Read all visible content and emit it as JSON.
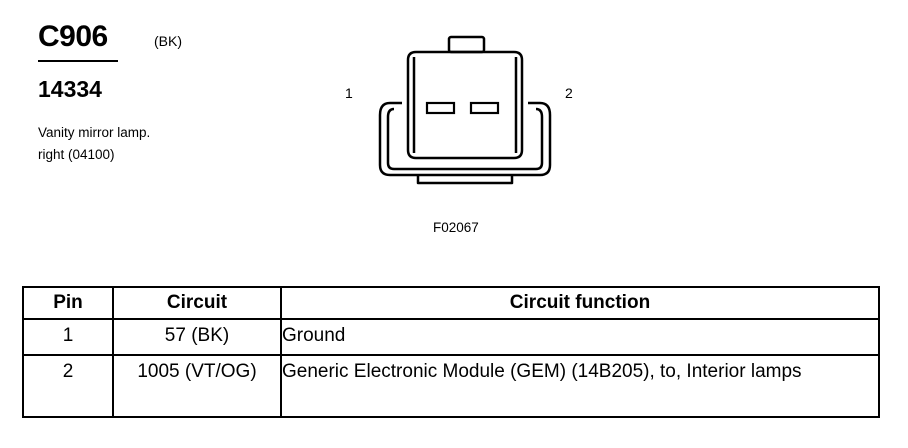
{
  "header": {
    "connector_id": "C906",
    "color_code": "(BK)",
    "part_number": "14334",
    "description_line1": "Vanity mirror lamp.",
    "description_line2": "right (04100)"
  },
  "diagram": {
    "pin1_label": "1",
    "pin2_label": "2",
    "figure_id": "F02067"
  },
  "table": {
    "headers": [
      "Pin",
      "Circuit",
      "Circuit function"
    ],
    "rows": [
      {
        "pin": "1",
        "circuit": "57 (BK)",
        "function": "Ground"
      },
      {
        "pin": "2",
        "circuit": "1005 (VT/OG)",
        "function": "Generic Electronic Module (GEM) (14B205), to, Interior lamps"
      }
    ]
  }
}
